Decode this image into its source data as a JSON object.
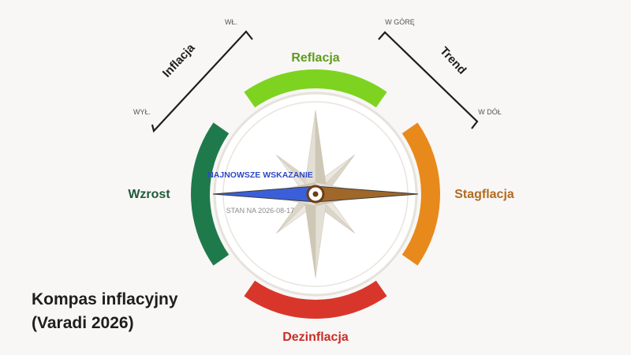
{
  "title_line1": "Kompas inflacyjny",
  "title_line2": "(Varadi 2026)",
  "regimes": {
    "top": "Reflacja",
    "right": "Stagflacja",
    "bottom": "Dezinflacja",
    "left": "Wzrost"
  },
  "axes": {
    "inflation": {
      "label": "Inflacja",
      "high": "WŁ.",
      "low": "WYŁ."
    },
    "trend": {
      "label": "Trend",
      "up": "W GÓRĘ",
      "down": "W DÓŁ"
    }
  },
  "reading": {
    "label": "NAJNOWSZE WSKAZANIE",
    "date_text": "STAN NA 2026-08-17"
  },
  "colors": {
    "reflacja": "#7ed321",
    "stagflacja": "#e8891c",
    "dezinflacja": "#d9362b",
    "wzrost": "#1f7a4b",
    "needle_blue": "#3b5fd8",
    "needle_brown": "#a0672a",
    "reading_label": "#2f49c4",
    "rose": "#d9d3c5"
  },
  "icons": {
    "compass_rose": "compass-rose-icon",
    "needle": "compass-needle-icon",
    "pivot": "needle-pivot-icon"
  }
}
